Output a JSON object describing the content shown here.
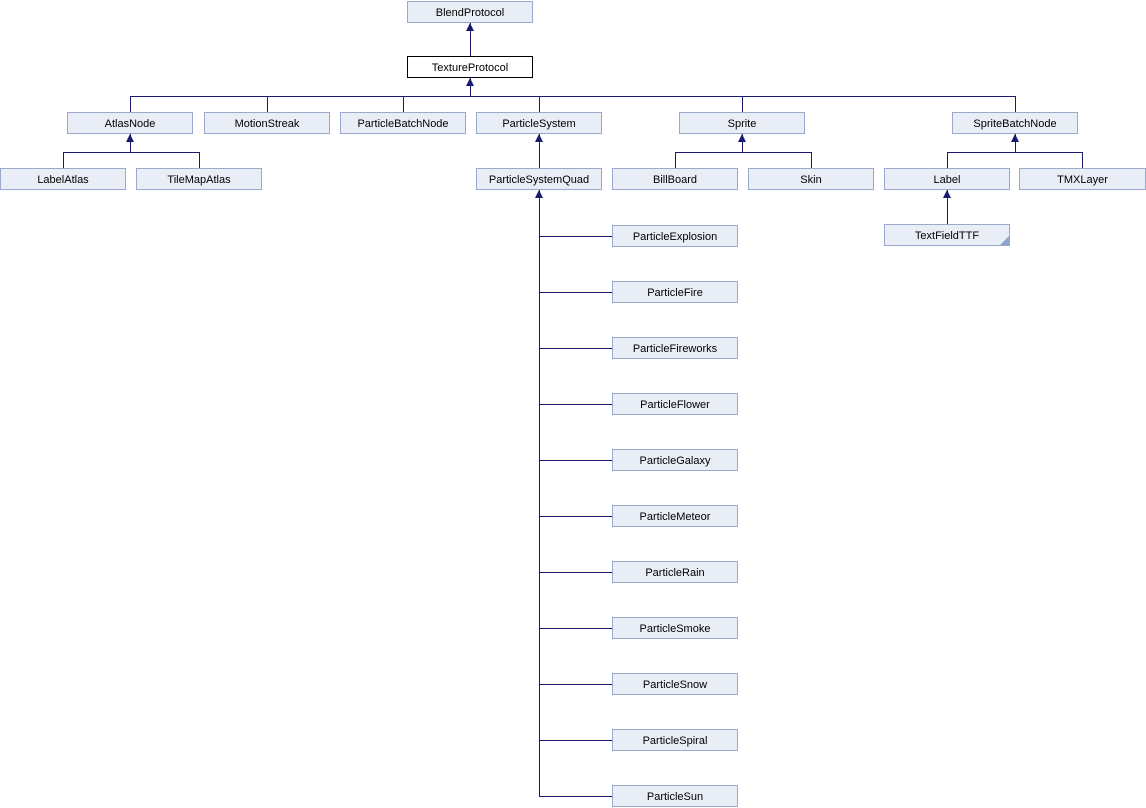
{
  "colors": {
    "edge": "#191970",
    "node_fill": "#E9EEF6",
    "node_border": "#99A8CC",
    "current_node_fill": "#FFFFFF",
    "current_node_border": "#000000",
    "fold": "#8FA3CC"
  },
  "diagram": {
    "type": "class-inheritance-graph",
    "current_node": "TextureProtocol",
    "truncated_nodes": [
      "TextFieldTTF"
    ],
    "nodes": {
      "blend_protocol": "BlendProtocol",
      "texture_protocol": "TextureProtocol",
      "atlas_node": "AtlasNode",
      "motion_streak": "MotionStreak",
      "particle_batch_node": "ParticleBatchNode",
      "particle_system": "ParticleSystem",
      "sprite": "Sprite",
      "sprite_batch_node": "SpriteBatchNode",
      "label_atlas": "LabelAtlas",
      "tile_map_atlas": "TileMapAtlas",
      "particle_system_quad": "ParticleSystemQuad",
      "bill_board": "BillBoard",
      "skin": "Skin",
      "label": "Label",
      "tmx_layer": "TMXLayer",
      "text_field_ttf": "TextFieldTTF",
      "particle_explosion": "ParticleExplosion",
      "particle_fire": "ParticleFire",
      "particle_fireworks": "ParticleFireworks",
      "particle_flower": "ParticleFlower",
      "particle_galaxy": "ParticleGalaxy",
      "particle_meteor": "ParticleMeteor",
      "particle_rain": "ParticleRain",
      "particle_smoke": "ParticleSmoke",
      "particle_snow": "ParticleSnow",
      "particle_spiral": "ParticleSpiral",
      "particle_sun": "ParticleSun"
    },
    "hierarchy": {
      "BlendProtocol": [
        "TextureProtocol"
      ],
      "TextureProtocol": [
        "AtlasNode",
        "MotionStreak",
        "ParticleBatchNode",
        "ParticleSystem",
        "Sprite",
        "SpriteBatchNode"
      ],
      "AtlasNode": [
        "LabelAtlas",
        "TileMapAtlas"
      ],
      "ParticleSystem": [
        "ParticleSystemQuad"
      ],
      "ParticleSystemQuad": [
        "ParticleExplosion",
        "ParticleFire",
        "ParticleFireworks",
        "ParticleFlower",
        "ParticleGalaxy",
        "ParticleMeteor",
        "ParticleRain",
        "ParticleSmoke",
        "ParticleSnow",
        "ParticleSpiral",
        "ParticleSun"
      ],
      "Sprite": [
        "BillBoard",
        "Skin"
      ],
      "SpriteBatchNode": [
        "Label",
        "TMXLayer"
      ],
      "Label": [
        "TextFieldTTF"
      ]
    }
  }
}
